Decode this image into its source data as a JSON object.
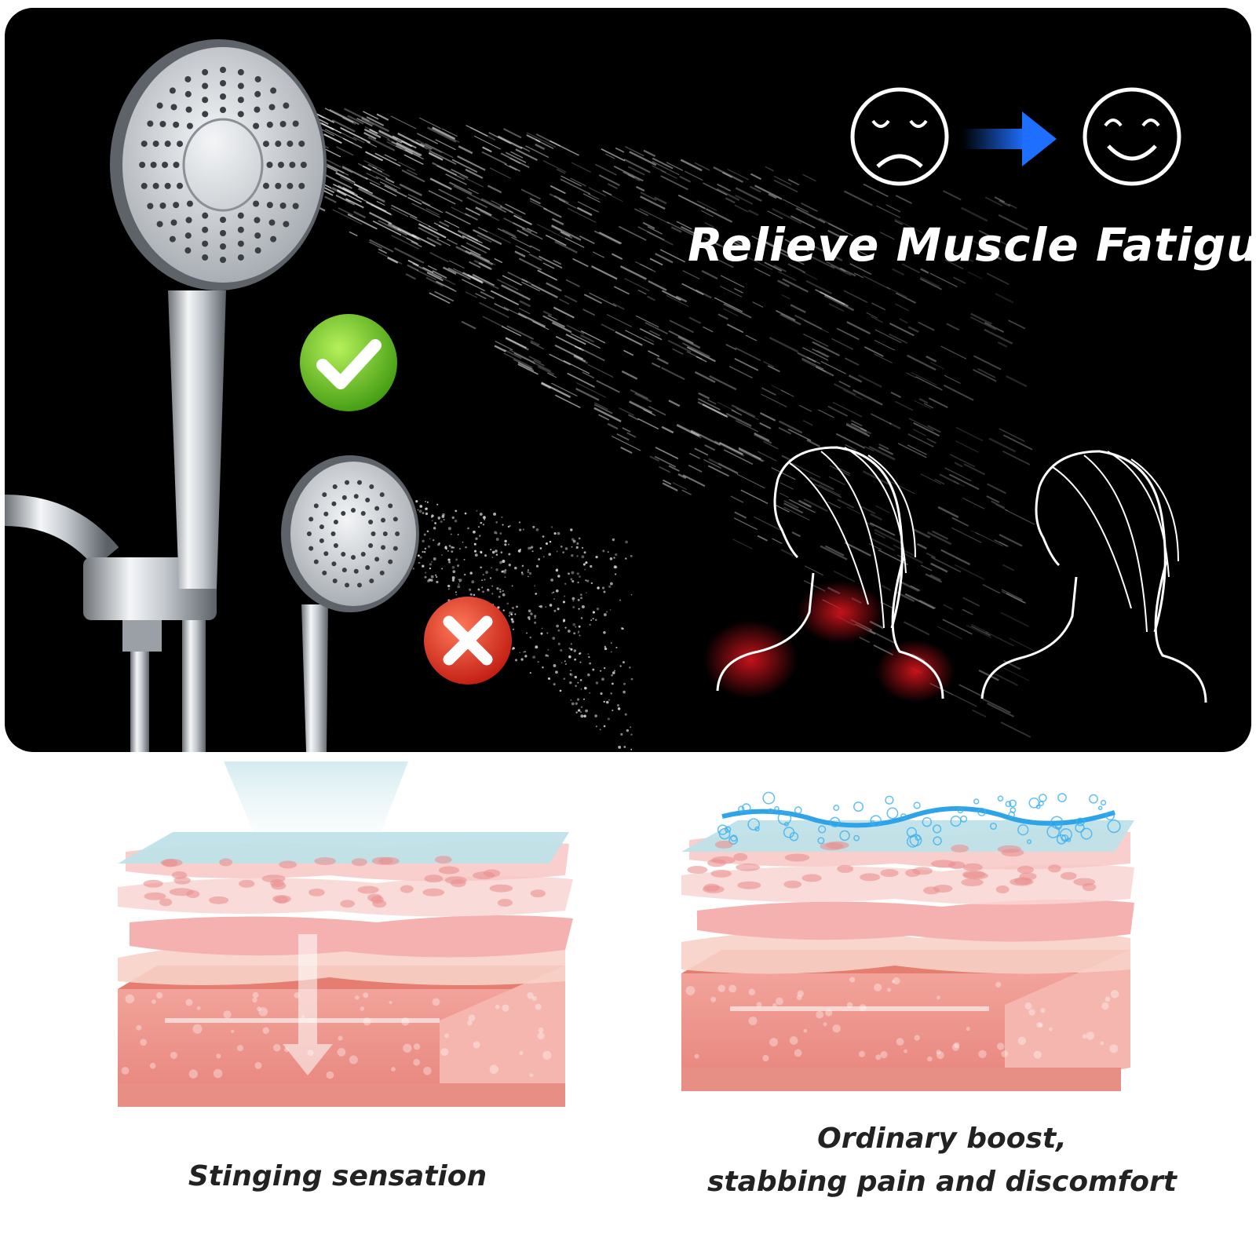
{
  "hero": {
    "headline": "Relieve Muscle Fatigue",
    "icons": [
      "sad-face-icon",
      "arrow-right-icon",
      "happy-face-icon",
      "check-mark-icon",
      "cross-mark-icon"
    ],
    "colors": {
      "background": "#000000",
      "arrow": "#1e6fff",
      "check": "#5fbf1a",
      "cross": "#e0281a",
      "pain": "#c0141c"
    }
  },
  "comparison": {
    "left_caption": "Stinging sensation",
    "right_caption_line1": "Ordinary boost,",
    "right_caption_line2": "stabbing pain and discomfort"
  }
}
